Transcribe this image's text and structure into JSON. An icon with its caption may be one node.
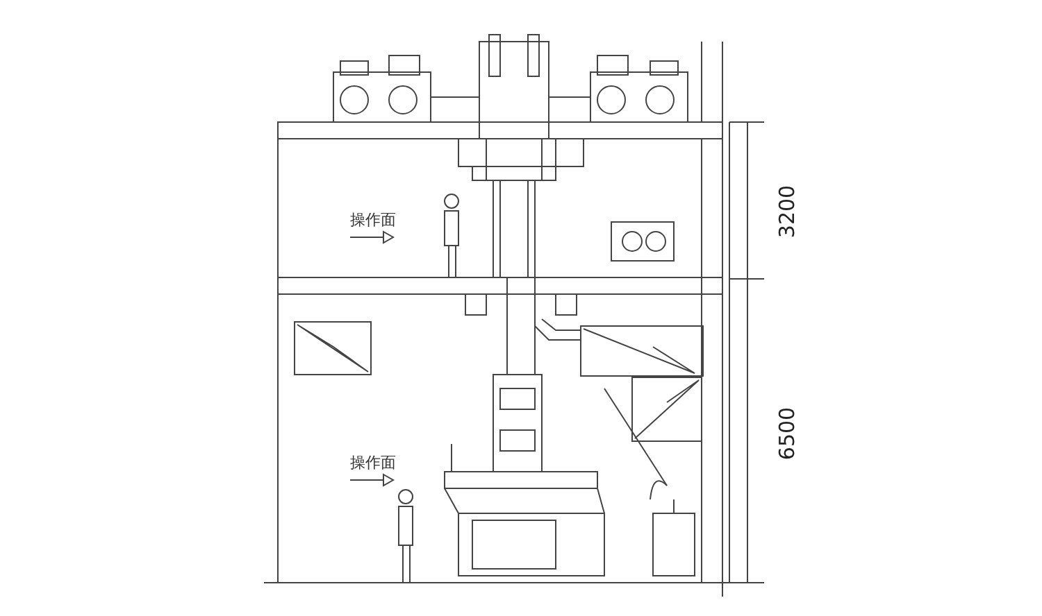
{
  "diagram": {
    "labels": [
      "操作面",
      "3200",
      "操作面",
      "6500"
    ]
  }
}
